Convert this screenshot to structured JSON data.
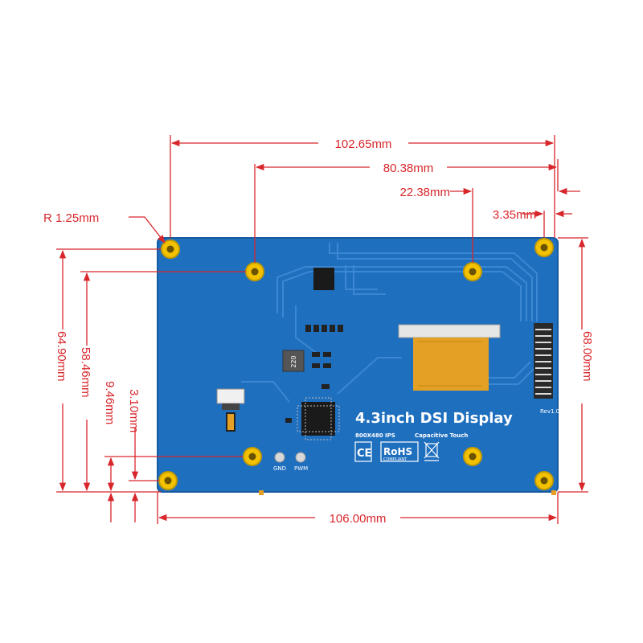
{
  "colors": {
    "dimension": "#d8262b",
    "pcb": "#1f6fbf",
    "pcb_edge": "#175aa0",
    "mount_hole": "#f2c200",
    "fpc_cable": "#e3a024"
  },
  "dimensions": {
    "top_width": "102.65mm",
    "hole_span": "80.38mm",
    "connector_offset": "22.38mm",
    "right_offset": "3.35mm",
    "corner_radius": "R 1.25mm",
    "total_height": "64.90mm",
    "hole_height": "58.46mm",
    "bottom_hole_offset": "9.46mm",
    "bottom_edge_offset": "3.10mm",
    "board_height": "68.00mm",
    "board_width": "106.00mm"
  },
  "board": {
    "title": "4.3inch DSI Display",
    "spec_resolution": "800X480 IPS",
    "spec_touch": "Capacitive Touch",
    "pin_gnd": "GND",
    "pin_pwm": "PWM",
    "revision": "Rev1.0",
    "inductor_mark": "220",
    "cert_ce": "CE",
    "cert_rohs": "RoHS",
    "cert_rohs_sub": "COMPLIANT"
  }
}
